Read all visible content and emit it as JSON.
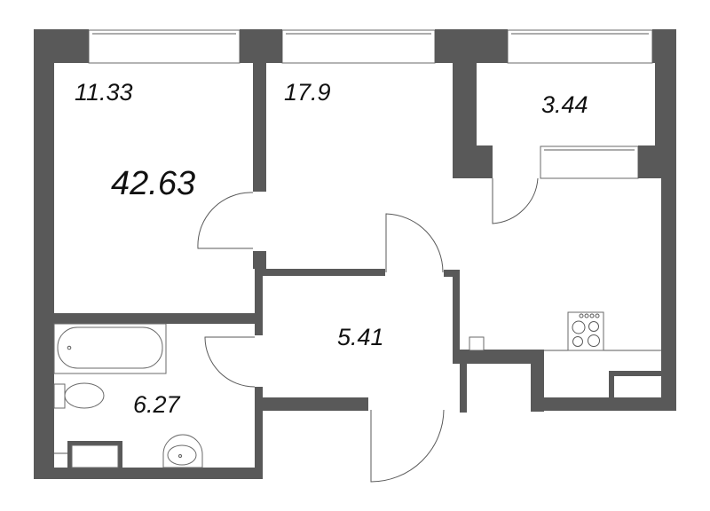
{
  "floor_plan": {
    "total_area": "42.63",
    "rooms": [
      {
        "id": "bedroom",
        "area": "11.33"
      },
      {
        "id": "living-room",
        "area": "17.9"
      },
      {
        "id": "balcony",
        "area": "3.44"
      },
      {
        "id": "hallway",
        "area": "5.41"
      },
      {
        "id": "bathroom",
        "area": "6.27"
      }
    ],
    "colors": {
      "wall": "#595959",
      "background": "#ffffff",
      "text": "#111111"
    }
  }
}
